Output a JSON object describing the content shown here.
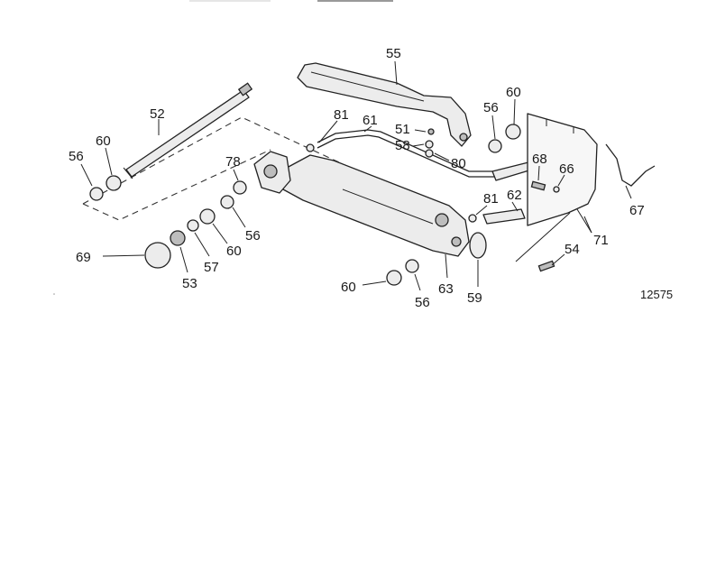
{
  "figure_number": "12575",
  "callouts": [
    {
      "key": "c55",
      "text": "55"
    },
    {
      "key": "c52",
      "text": "52"
    },
    {
      "key": "c60a",
      "text": "60"
    },
    {
      "key": "c56a",
      "text": "56"
    },
    {
      "key": "c81a",
      "text": "81"
    },
    {
      "key": "c61",
      "text": "61"
    },
    {
      "key": "c51",
      "text": "51"
    },
    {
      "key": "c58",
      "text": "58"
    },
    {
      "key": "c80",
      "text": "80"
    },
    {
      "key": "c56b",
      "text": "56"
    },
    {
      "key": "c60b",
      "text": "60"
    },
    {
      "key": "c78",
      "text": "78"
    },
    {
      "key": "c68",
      "text": "68"
    },
    {
      "key": "c66",
      "text": "66"
    },
    {
      "key": "c81b",
      "text": "81"
    },
    {
      "key": "c62",
      "text": "62"
    },
    {
      "key": "c67",
      "text": "67"
    },
    {
      "key": "c71",
      "text": "71"
    },
    {
      "key": "c56c",
      "text": "56"
    },
    {
      "key": "c60c",
      "text": "60"
    },
    {
      "key": "c57",
      "text": "57"
    },
    {
      "key": "c69",
      "text": "69"
    },
    {
      "key": "c53",
      "text": "53"
    },
    {
      "key": "c54",
      "text": "54"
    },
    {
      "key": "c60d",
      "text": "60"
    },
    {
      "key": "c56d",
      "text": "56"
    },
    {
      "key": "c63",
      "text": "63"
    },
    {
      "key": "c59",
      "text": "59"
    }
  ]
}
